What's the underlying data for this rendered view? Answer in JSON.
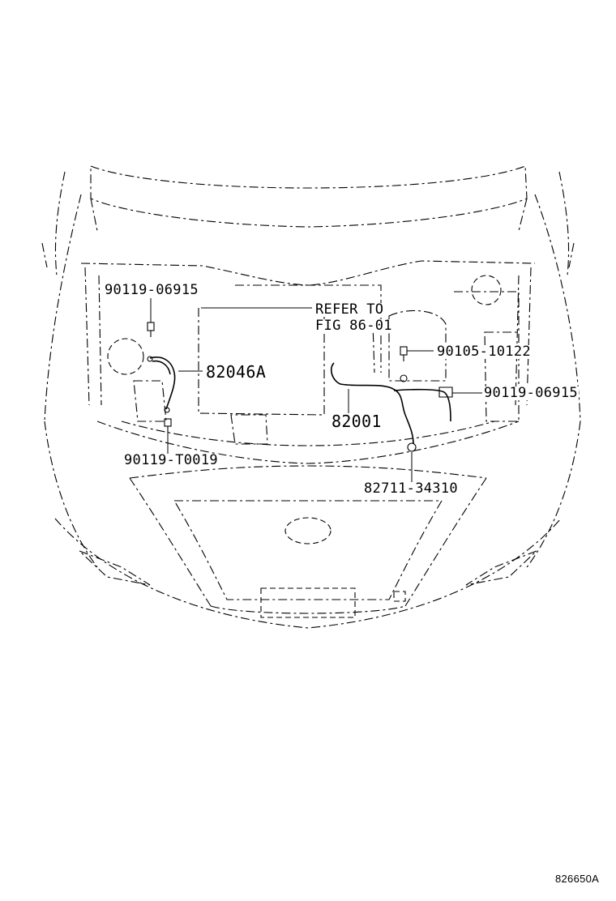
{
  "labels": {
    "bolt_left_top": "90119-06915",
    "refer_line1": "REFER TO",
    "refer_line2": "FIG 86-01",
    "bolt_right_top": "90105-10122",
    "wire_left": "82046A",
    "bolt_right_mid": "90119-06915",
    "wire_main": "82001",
    "bolt_left_bottom": "90119-T0019",
    "clamp_bottom": "82711-34310",
    "figure_id": "826650A"
  }
}
